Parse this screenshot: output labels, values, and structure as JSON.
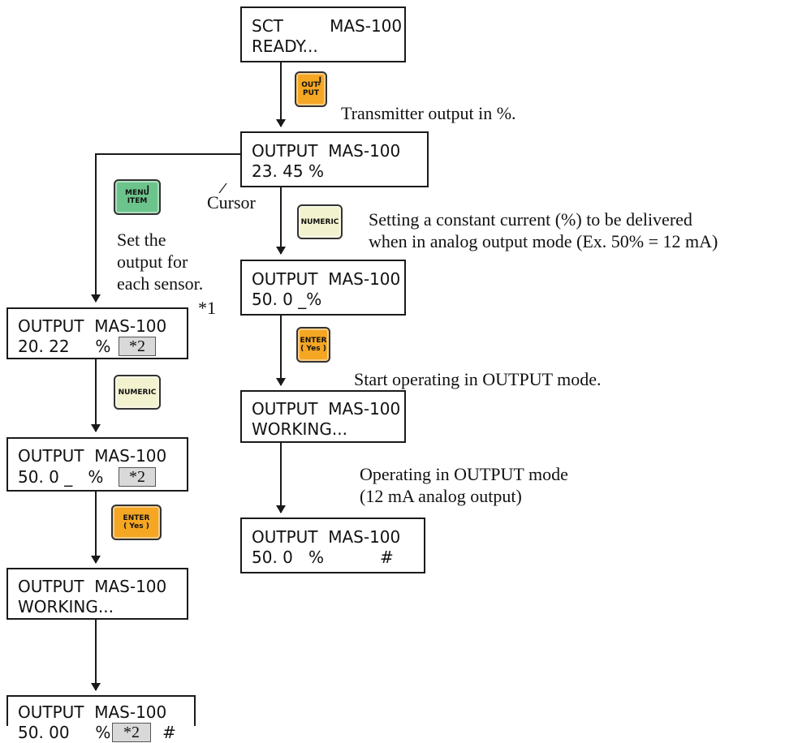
{
  "right_flow": {
    "display_ready": {
      "line1": "SCT         MAS-100",
      "line2": "READY..."
    },
    "key_output": {
      "label_top": "OUT-",
      "label_bottom": "PUT",
      "sup": "J"
    },
    "note_output": "Transmitter output in %.",
    "display_output": {
      "line1": "OUTPUT  MAS-100",
      "line2": "23. 45 %"
    },
    "cursor_label": "Cursor",
    "key_numeric": {
      "label": "NUMERIC"
    },
    "note_constant": "Setting a constant current (%) to be delivered\nwhen in analog output mode (Ex. 50% = 12 mA)",
    "display_set": {
      "line1": "OUTPUT  MAS-100",
      "line2": "50. 0 _%"
    },
    "key_enter": {
      "label_top": "ENTER",
      "label_bottom": "( Yes )"
    },
    "note_start": "Start operating in OUTPUT mode.",
    "display_working": {
      "line1": "OUTPUT  MAS-100",
      "line2": "WORKING..."
    },
    "note_operating": "Operating in OUTPUT mode\n(12 mA analog output)",
    "display_final": {
      "line1": "OUTPUT  MAS-100",
      "line2": "50. 0   %",
      "mark": "#"
    }
  },
  "left_flow": {
    "key_menu": {
      "label_top": "MENU",
      "label_bottom": "ITEM",
      "sup": "I"
    },
    "note_sensor": "Set the\noutput for\neach sensor.",
    "footnote1": "*1",
    "display_sensor": {
      "line1": "OUTPUT  MAS-100",
      "line2": "20. 22     %",
      "tag": "*2"
    },
    "key_numeric": {
      "label": "NUMERIC"
    },
    "display_set": {
      "line1": "OUTPUT  MAS-100",
      "line2": "50. 0 _   %",
      "tag": "*2"
    },
    "key_enter": {
      "label_top": "ENTER",
      "label_bottom": "( Yes )"
    },
    "display_working": {
      "line1": "OUTPUT  MAS-100",
      "line2": "WORKING..."
    },
    "display_final": {
      "line1": "OUTPUT  MAS-100",
      "line2": "50. 00     %",
      "tag": "*2",
      "mark": "#"
    }
  },
  "colors": {
    "output_key": "#f5a623",
    "menu_key": "#6cc48c",
    "numeric_key": "#f3f2cf",
    "enter_key": "#f5a623",
    "tag_fill": "#d9d9d9"
  }
}
